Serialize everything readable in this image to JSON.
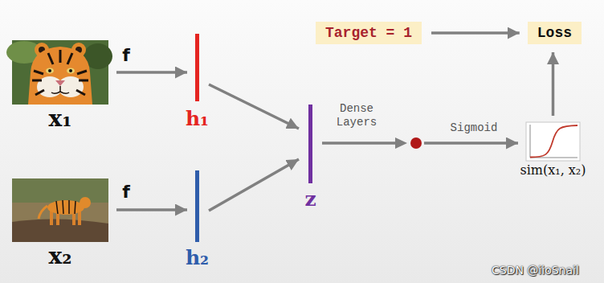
{
  "diagram": {
    "nodes": [
      {
        "text": [
          "x₁"
        ]
      },
      {
        "text": [
          "h₁"
        ]
      },
      {
        "text": [
          "x₂"
        ]
      },
      {
        "text": [
          "h₂"
        ]
      },
      {
        "text": [
          "z"
        ]
      },
      {
        "text": [
          "sim(x₁, x₂)"
        ]
      },
      {
        "text": [
          "Target = 1"
        ]
      },
      {
        "text": [
          "Loss"
        ]
      }
    ],
    "edges": [
      {
        "from": 0,
        "to": 1,
        "arrow": "to",
        "label": "f"
      },
      {
        "from": 2,
        "to": 3,
        "arrow": "to",
        "label": "f"
      },
      {
        "from": 1,
        "to": 4,
        "arrow": "to"
      },
      {
        "from": 3,
        "to": 4,
        "arrow": "to"
      },
      {
        "from": 4,
        "to": 5,
        "arrow": "to",
        "label": "Dense Layers"
      },
      {
        "from": 6,
        "to": 7,
        "arrow": "to"
      },
      {
        "from": 5,
        "to": 7,
        "arrow": "to"
      }
    ],
    "labels": [
      "Sigmoid",
      "CSDN @iioSnail"
    ]
  }
}
